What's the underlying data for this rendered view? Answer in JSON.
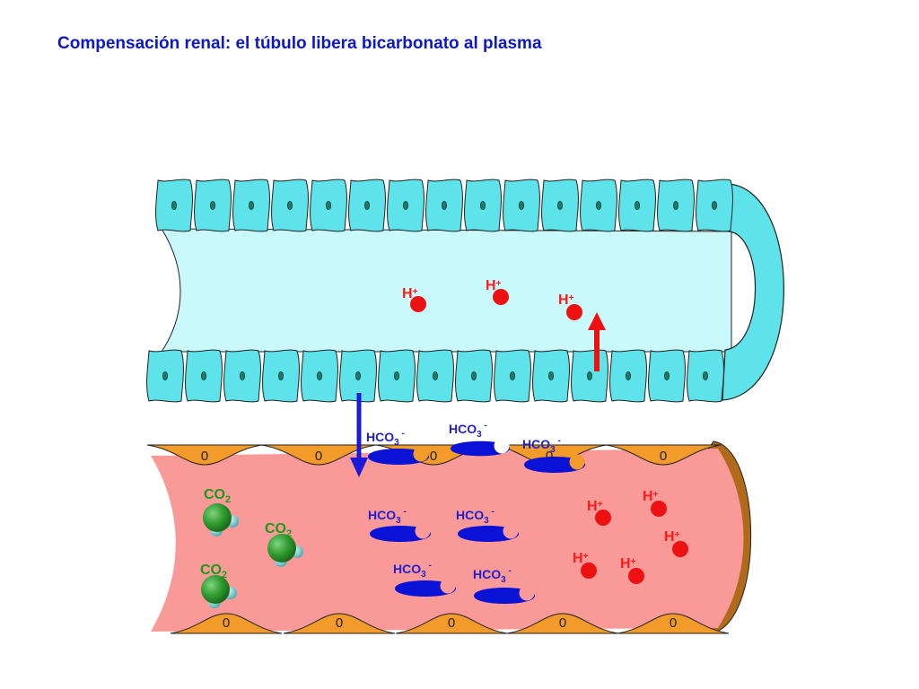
{
  "title": "Compensación renal: el túbulo libera bicarbonato al plasma",
  "labels": {
    "h_ion": "H",
    "h_charge": "+",
    "bicarbonate_base": "HCO",
    "bicarbonate_sub": "3",
    "bicarbonate_charge": "-",
    "co2_base": "CO",
    "co2_sub": "2",
    "nucleus_mark": "0"
  },
  "colors": {
    "title": "#0c18c8",
    "tubule_cell": "#5fe3ea",
    "tubule_lumen": "#c9f9fb",
    "plasma": "#fa9a98",
    "endothelial_cell": "#f29a2a",
    "h_ion": "#ee1111",
    "bicarbonate": "#0a12d6",
    "co2_carbon": "#2f9a2f",
    "co2_oxygen": "#6fcad0",
    "arrow_down": "#1a1ad8",
    "arrow_up": "#ee1111"
  },
  "icons": {
    "h_ion": "red-sphere",
    "bicarbonate": "blue-crescent",
    "co2": "green-molecule"
  }
}
